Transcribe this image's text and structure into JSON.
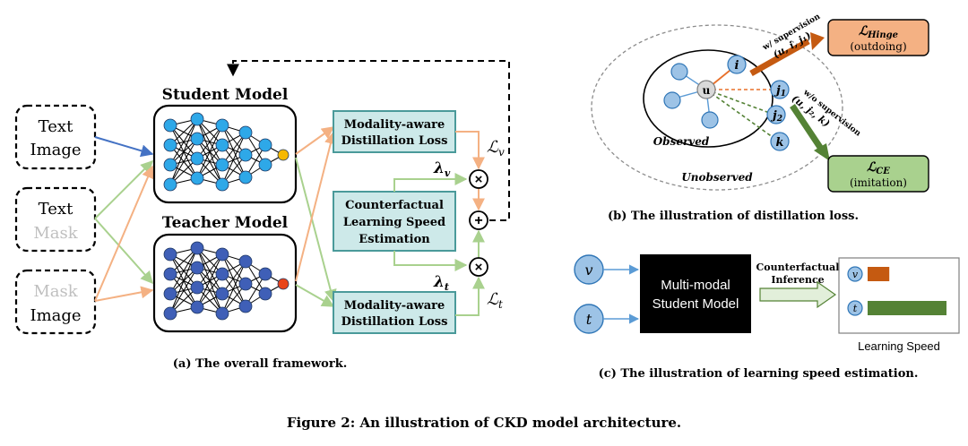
{
  "panel_a": {
    "inputs": {
      "text_image": {
        "line1": "Text",
        "line2": "Image"
      },
      "text_mask": {
        "line1": "Text",
        "line2": "Mask"
      },
      "mask_image": {
        "line1": "Mask",
        "line2": "Image"
      }
    },
    "student_label": "Student Model",
    "teacher_label": "Teacher Model",
    "mod_loss_top": {
      "line1": "Modality-aware",
      "line2": "Distillation Loss"
    },
    "cf_box": {
      "line1": "Counterfactual",
      "line2": "Learning Speed",
      "line3": "Estimation"
    },
    "mod_loss_bottom": {
      "line1": "Modality-aware",
      "line2": "Distillation Loss"
    },
    "lambda_v": "λ",
    "lambda_v_sub": "v",
    "lambda_t": "λ",
    "lambda_t_sub": "t",
    "loss_v": "ℒ",
    "loss_v_sub": "v",
    "loss_t": "ℒ",
    "loss_t_sub": "t",
    "times_symbol": "×",
    "plus_symbol": "+",
    "caption": "(a) The overall framework."
  },
  "panel_b": {
    "center_node": "u",
    "node_i": "i",
    "node_j1": "j",
    "node_j1_sub": "1",
    "node_j2": "j",
    "node_j2_sub": "2",
    "node_k": "k",
    "observed_label": "Observed",
    "unobserved_label": "Unobserved",
    "w_supervision": "w/ supervision",
    "w_tuple": "(u, i, j₁)",
    "wo_supervision": "w/o supervision",
    "wo_tuple": "(u, j₂, k)",
    "hinge_box": {
      "title": "ℒ",
      "title_sub": "Hinge",
      "subtitle": "(outdoing)"
    },
    "ce_box": {
      "title": "ℒ",
      "title_sub": "CE",
      "subtitle": "(imitation)"
    },
    "caption": "(b) The illustration of distillation loss."
  },
  "panel_c": {
    "node_v": "v",
    "node_t": "t",
    "model_box": {
      "line1": "Multi-modal",
      "line2": "Student Model"
    },
    "arrow_label": {
      "line1": "Counterfactual",
      "line2": "Inference"
    },
    "speed_v_label": "v",
    "speed_t_label": "t",
    "speed_v": 0.25,
    "speed_t": 1.0,
    "speed_title": "Learning Speed",
    "caption": "(c) The illustration of learning speed estimation."
  },
  "figure_caption": "Figure 2: An illustration of CKD model architecture.",
  "colors": {
    "box_fill": "#cde9e9",
    "box_stroke": "#4a9a9a",
    "node_blue": "#2ea8e8",
    "node_dark_blue": "#3f5fb7",
    "node_student_out": "#f6b800",
    "node_teacher_out": "#e8441a",
    "edge_blue": "#4472c4",
    "edge_orange": "#f4b183",
    "edge_green": "#a9d18e",
    "hinge_fill": "#f4b183",
    "ce_fill": "#a9d18e",
    "bar_v": "#c55a11",
    "bar_t": "#548235",
    "mask_gray": "#bfbfbf",
    "light_node": "#9dc3e6"
  }
}
